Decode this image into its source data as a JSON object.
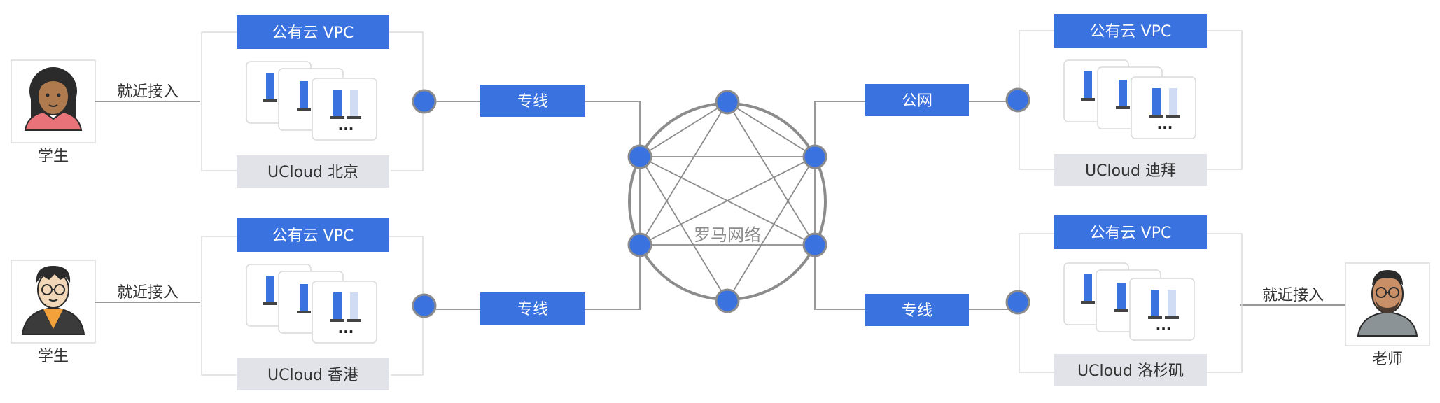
{
  "colors": {
    "accent": "#3a72e0",
    "line": "#999999",
    "ring": "#8c8c8c",
    "region_box": "#e1e3e8",
    "node": "#3a72e0"
  },
  "regions": {
    "beijing": {
      "vpc": "公有云 VPC",
      "name": "UCloud 北京"
    },
    "hongkong": {
      "vpc": "公有云 VPC",
      "name": "UCloud 香港"
    },
    "dubai": {
      "vpc": "公有云 VPC",
      "name": "UCloud 迪拜"
    },
    "losangeles": {
      "vpc": "公有云 VPC",
      "name": "UCloud 洛杉矶"
    }
  },
  "links": {
    "beijing": "专线",
    "hongkong": "专线",
    "dubai": "公网",
    "losangeles": "专线"
  },
  "network": {
    "label": "罗马网络"
  },
  "users": {
    "student1": {
      "label": "学生",
      "access": "就近接入"
    },
    "student2": {
      "label": "学生",
      "access": "就近接入"
    },
    "teacher": {
      "label": "老师",
      "access": "就近接入"
    }
  },
  "icons": [
    "student-avatar-icon",
    "teacher-avatar-icon",
    "server-icon",
    "network-node-icon"
  ]
}
